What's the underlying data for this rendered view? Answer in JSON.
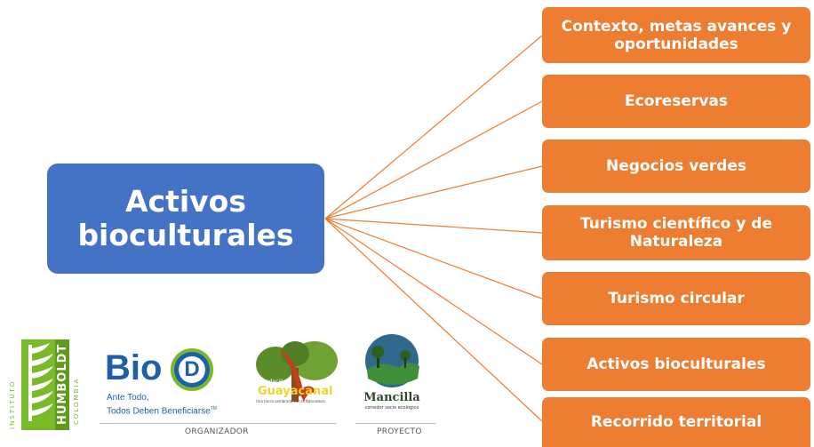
{
  "center": {
    "line1": "Activos",
    "line2": "bioculturales"
  },
  "branches": [
    {
      "line1": "Contexto, metas avances y",
      "line2": "oportunidades"
    },
    {
      "line1": "Ecoreservas",
      "line2": ""
    },
    {
      "line1": "Negocios verdes",
      "line2": ""
    },
    {
      "line1": "Turismo científico y de",
      "line2": "Naturaleza"
    },
    {
      "line1": "Turismo circular",
      "line2": ""
    },
    {
      "line1": "Activos bioculturales",
      "line2": ""
    },
    {
      "line1": "Recorrido territorial",
      "line2": ""
    }
  ],
  "logos": {
    "humboldt": {
      "vertical_left": "INSTITUTO",
      "name": "HUMBOLDT",
      "vertical_right": "COLOMBIA"
    },
    "biod": {
      "name_bio": "Bio",
      "name_d": "D",
      "tagline1": "Ante Todo,",
      "tagline2": "Todos Deben Beneficiarse",
      "tm": "TM"
    },
    "guayacanal": {
      "prefix": "Fundación",
      "name": "Guayacanal",
      "tagline": "Una tierra sembrada con la Naturaleza"
    },
    "mancilla": {
      "name": "Mancilla",
      "tagline": "corredor socio ecológico"
    },
    "captions": {
      "organizer": "ORGANIZADOR",
      "project": "PROYECTO"
    }
  },
  "colors": {
    "center": "#4472c4",
    "branch": "#ed7d31",
    "connector": "#ed7d31"
  }
}
